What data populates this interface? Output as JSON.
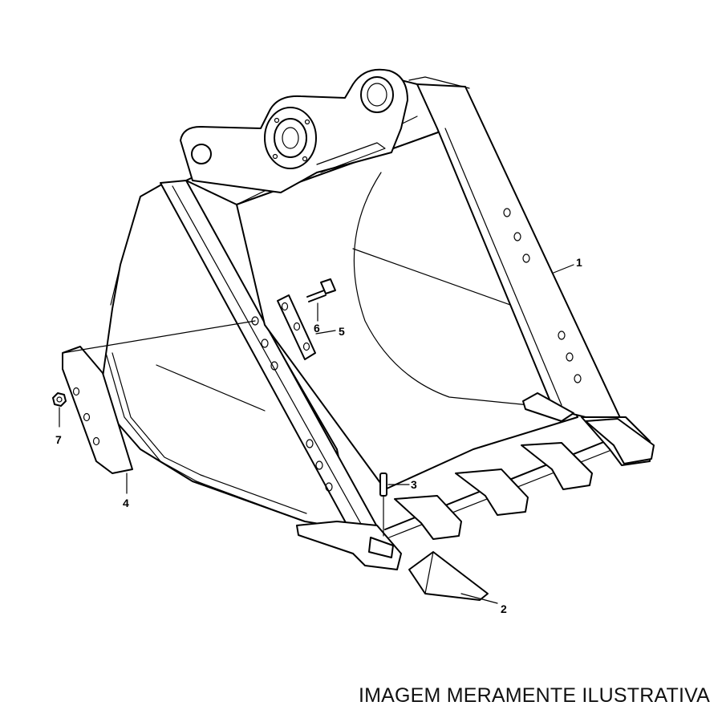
{
  "caption": "IMAGEM MERAMENTE ILUSTRATIVA",
  "callouts": [
    {
      "id": "1",
      "label": "1"
    },
    {
      "id": "2",
      "label": "2"
    },
    {
      "id": "3",
      "label": "3"
    },
    {
      "id": "4",
      "label": "4"
    },
    {
      "id": "5",
      "label": "5"
    },
    {
      "id": "6",
      "label": "6"
    },
    {
      "id": "7",
      "label": "7"
    }
  ]
}
